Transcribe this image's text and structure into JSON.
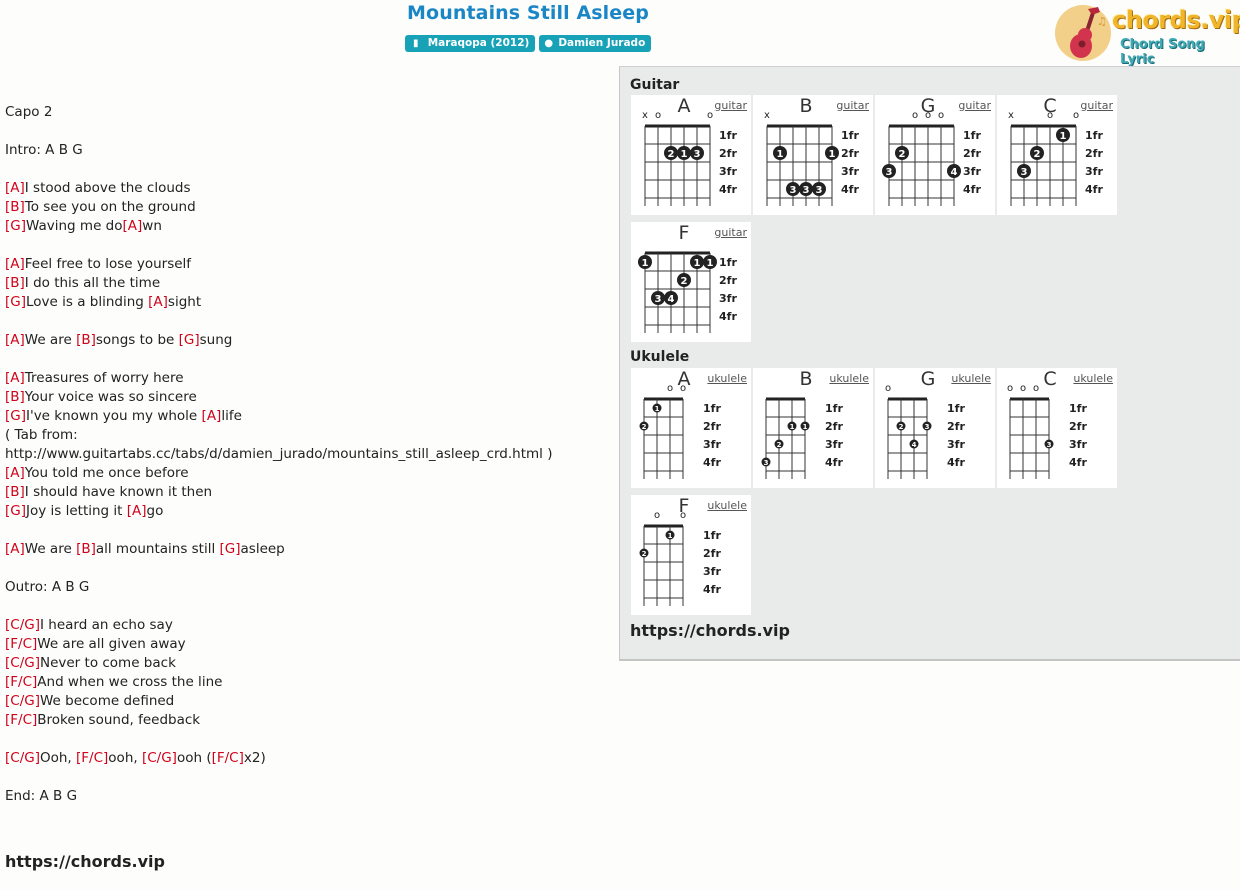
{
  "song": {
    "title": "Mountains Still Asleep",
    "album_badge": "Maraqopa (2012)",
    "artist_badge": "Damien Jurado"
  },
  "logo": {
    "name": "chords.vip",
    "tagline": "Chord Song Lyric"
  },
  "lyrics": [
    [
      {
        "t": "Capo 2"
      }
    ],
    [],
    [
      {
        "t": "Intro: A B G"
      }
    ],
    [],
    [
      {
        "c": "[A]"
      },
      {
        "t": "I stood above the clouds"
      }
    ],
    [
      {
        "c": "[B]"
      },
      {
        "t": "To see you on the ground"
      }
    ],
    [
      {
        "c": "[G]"
      },
      {
        "t": "Waving me do"
      },
      {
        "c": "[A]"
      },
      {
        "t": "wn"
      }
    ],
    [],
    [
      {
        "c": "[A]"
      },
      {
        "t": "Feel free to lose yourself"
      }
    ],
    [
      {
        "c": "[B]"
      },
      {
        "t": "I do this all the time"
      }
    ],
    [
      {
        "c": "[G]"
      },
      {
        "t": "Love is a blinding "
      },
      {
        "c": "[A]"
      },
      {
        "t": "sight"
      }
    ],
    [],
    [
      {
        "c": "[A]"
      },
      {
        "t": "We are "
      },
      {
        "c": "[B]"
      },
      {
        "t": "songs to be "
      },
      {
        "c": "[G]"
      },
      {
        "t": "sung"
      }
    ],
    [],
    [
      {
        "c": "[A]"
      },
      {
        "t": "Treasures of worry here"
      }
    ],
    [
      {
        "c": "[B]"
      },
      {
        "t": "Your voice was so sincere"
      }
    ],
    [
      {
        "c": "[G]"
      },
      {
        "t": "I've known you my whole "
      },
      {
        "c": "[A]"
      },
      {
        "t": "life"
      }
    ],
    [
      {
        "t": "( Tab from:"
      }
    ],
    [
      {
        "t": "http://www.guitartabs.cc/tabs/d/damien_jurado/mountains_still_asleep_crd.html )"
      }
    ],
    [
      {
        "c": "[A]"
      },
      {
        "t": "You told me once before"
      }
    ],
    [
      {
        "c": "[B]"
      },
      {
        "t": "I should have known it then"
      }
    ],
    [
      {
        "c": "[G]"
      },
      {
        "t": "Joy is letting it "
      },
      {
        "c": "[A]"
      },
      {
        "t": "go"
      }
    ],
    [],
    [
      {
        "c": "[A]"
      },
      {
        "t": "We are "
      },
      {
        "c": "[B]"
      },
      {
        "t": "all mountains still "
      },
      {
        "c": "[G]"
      },
      {
        "t": "asleep"
      }
    ],
    [],
    [
      {
        "t": "Outro: A B G"
      }
    ],
    [],
    [
      {
        "c": "[C/G]"
      },
      {
        "t": "I heard an echo say"
      }
    ],
    [
      {
        "c": "[F/C]"
      },
      {
        "t": "We are all given away"
      }
    ],
    [
      {
        "c": "[C/G]"
      },
      {
        "t": "Never to come back"
      }
    ],
    [
      {
        "c": "[F/C]"
      },
      {
        "t": "And when we cross the line"
      }
    ],
    [
      {
        "c": "[C/G]"
      },
      {
        "t": "We become defined"
      }
    ],
    [
      {
        "c": "[F/C]"
      },
      {
        "t": "Broken sound, feedback"
      }
    ],
    [],
    [
      {
        "c": "[C/G]"
      },
      {
        "t": "Ooh, "
      },
      {
        "c": "[F/C]"
      },
      {
        "t": "ooh, "
      },
      {
        "c": "[C/G]"
      },
      {
        "t": "ooh ("
      },
      {
        "c": "[F/C]"
      },
      {
        "t": "x2)"
      }
    ],
    [],
    [
      {
        "t": "End: A B G"
      }
    ]
  ],
  "lyrics_footer": "https://chords.vip",
  "panel": {
    "guitar_heading": "Guitar",
    "ukulele_heading": "Ukulele",
    "footer": "https://chords.vip",
    "fret_labels": [
      "1fr",
      "2fr",
      "3fr",
      "4fr"
    ],
    "guitar_chords": [
      {
        "name": "A",
        "instrument": "guitar",
        "marks": [
          "x",
          "o",
          "",
          "",
          "",
          "o"
        ],
        "dots": [
          {
            "s": 3,
            "f": 2,
            "n": "2"
          },
          {
            "s": 4,
            "f": 2,
            "n": "1"
          },
          {
            "s": 5,
            "f": 2,
            "n": "3"
          }
        ]
      },
      {
        "name": "B",
        "instrument": "guitar",
        "marks": [
          "x",
          "",
          "",
          "",
          "",
          ""
        ],
        "dots": [
          {
            "s": 2,
            "f": 2,
            "n": "1"
          },
          {
            "s": 6,
            "f": 2,
            "n": "1"
          },
          {
            "s": 3,
            "f": 4,
            "n": "3"
          },
          {
            "s": 4,
            "f": 4,
            "n": "3"
          },
          {
            "s": 5,
            "f": 4,
            "n": "3"
          }
        ]
      },
      {
        "name": "G",
        "instrument": "guitar",
        "marks": [
          "",
          "",
          "o",
          "o",
          "o",
          ""
        ],
        "dots": [
          {
            "s": 2,
            "f": 2,
            "n": "2"
          },
          {
            "s": 1,
            "f": 3,
            "n": "3"
          },
          {
            "s": 6,
            "f": 3,
            "n": "4"
          }
        ]
      },
      {
        "name": "C",
        "instrument": "guitar",
        "marks": [
          "x",
          "",
          "",
          "o",
          "",
          "o"
        ],
        "dots": [
          {
            "s": 5,
            "f": 1,
            "n": "1"
          },
          {
            "s": 3,
            "f": 2,
            "n": "2"
          },
          {
            "s": 2,
            "f": 3,
            "n": "3"
          }
        ]
      },
      {
        "name": "F",
        "instrument": "guitar",
        "marks": [
          "",
          "",
          "",
          "",
          "",
          ""
        ],
        "dots": [
          {
            "s": 1,
            "f": 1,
            "n": "1"
          },
          {
            "s": 5,
            "f": 1,
            "n": "1"
          },
          {
            "s": 6,
            "f": 1,
            "n": "1"
          },
          {
            "s": 4,
            "f": 2,
            "n": "2"
          },
          {
            "s": 2,
            "f": 3,
            "n": "3"
          },
          {
            "s": 3,
            "f": 3,
            "n": "4"
          }
        ]
      }
    ],
    "ukulele_chords": [
      {
        "name": "A",
        "instrument": "ukulele",
        "marks": [
          "",
          "",
          "o",
          "o"
        ],
        "dots": [
          {
            "s": 2,
            "f": 1,
            "n": "1"
          },
          {
            "s": 1,
            "f": 2,
            "n": "2"
          }
        ]
      },
      {
        "name": "B",
        "instrument": "ukulele",
        "marks": [
          "",
          "",
          "",
          ""
        ],
        "dots": [
          {
            "s": 3,
            "f": 2,
            "n": "1"
          },
          {
            "s": 4,
            "f": 2,
            "n": "1"
          },
          {
            "s": 2,
            "f": 3,
            "n": "2"
          },
          {
            "s": 1,
            "f": 4,
            "n": "3"
          }
        ]
      },
      {
        "name": "G",
        "instrument": "ukulele",
        "marks": [
          "o",
          "",
          "",
          ""
        ],
        "dots": [
          {
            "s": 2,
            "f": 2,
            "n": "2"
          },
          {
            "s": 4,
            "f": 2,
            "n": "3"
          },
          {
            "s": 3,
            "f": 3,
            "n": "4"
          }
        ]
      },
      {
        "name": "C",
        "instrument": "ukulele",
        "marks": [
          "o",
          "o",
          "o",
          ""
        ],
        "dots": [
          {
            "s": 4,
            "f": 3,
            "n": "3"
          }
        ]
      },
      {
        "name": "F",
        "instrument": "ukulele",
        "marks": [
          "",
          "o",
          "",
          "o"
        ],
        "dots": [
          {
            "s": 3,
            "f": 1,
            "n": "1"
          },
          {
            "s": 1,
            "f": 2,
            "n": "2"
          }
        ]
      }
    ]
  }
}
